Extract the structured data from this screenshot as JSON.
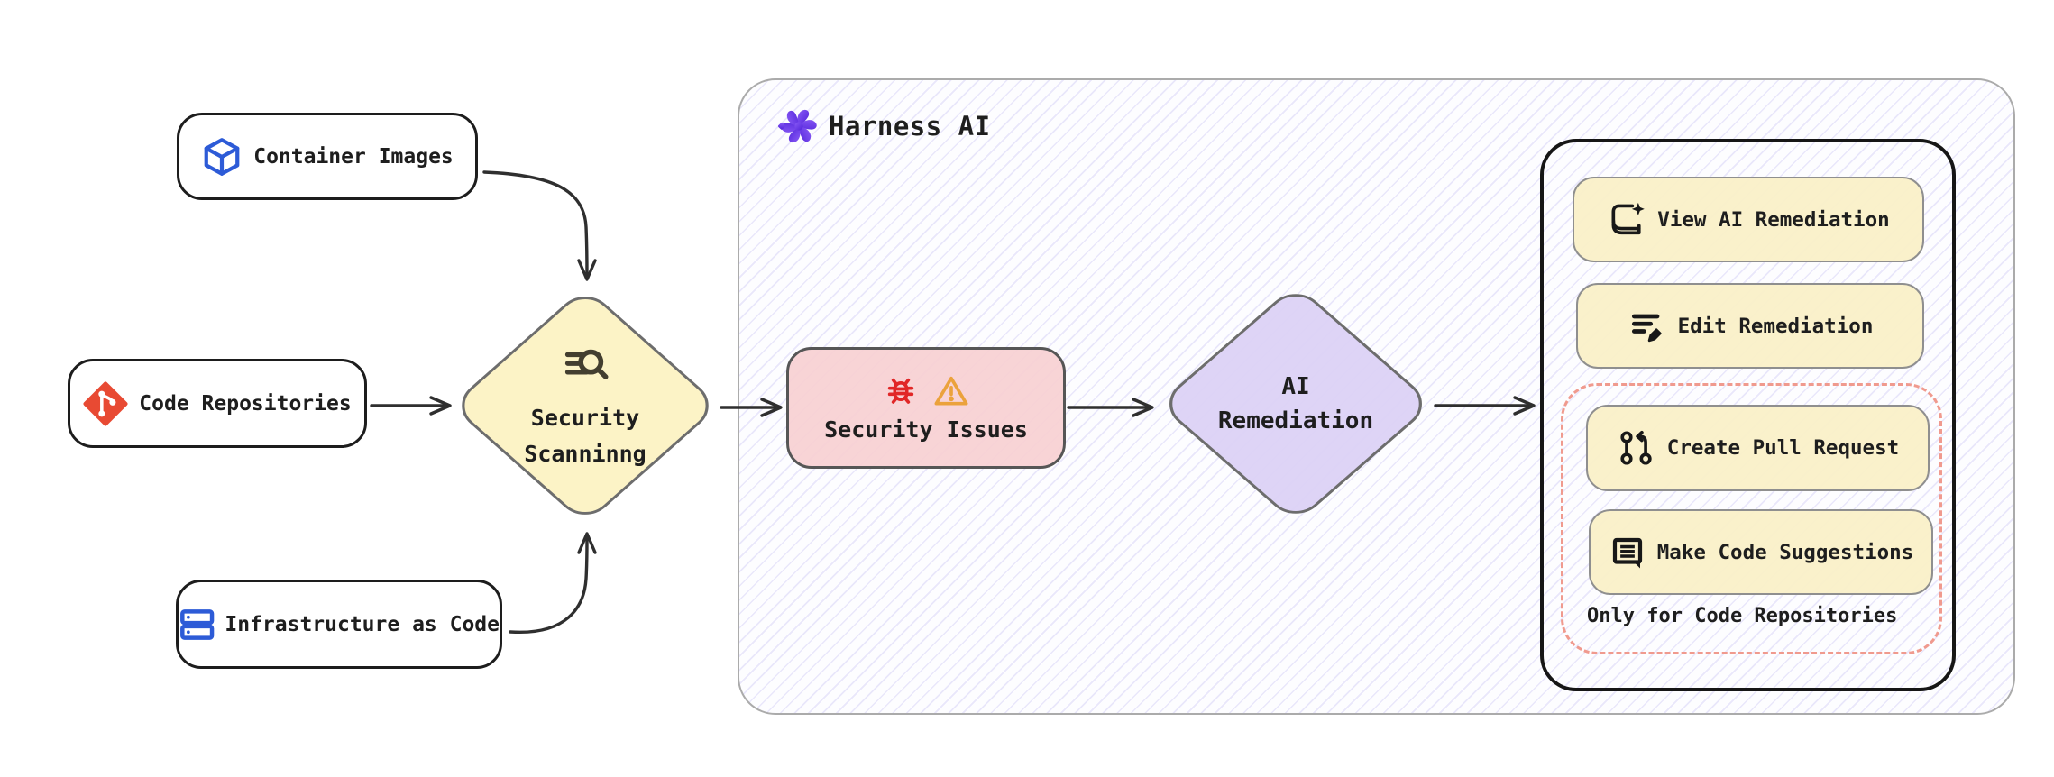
{
  "harness": {
    "title": "Harness AI",
    "icon": "harness-logo-icon"
  },
  "sources": [
    {
      "id": "container-images",
      "label": "Container Images",
      "icon": "cube-icon"
    },
    {
      "id": "code-repositories",
      "label": "Code Repositories",
      "icon": "git-icon"
    },
    {
      "id": "infrastructure-as-code",
      "label": "Infrastructure as Code",
      "icon": "server-stack-icon"
    }
  ],
  "scanning": {
    "label_line1": "Security",
    "label_line2": "Scanninng",
    "icon": "search-scan-icon"
  },
  "issues": {
    "label": "Security Issues",
    "icons": [
      "bug-icon",
      "warning-icon"
    ]
  },
  "remediation": {
    "label_line1": "AI",
    "label_line2": "Remediation"
  },
  "actions": [
    {
      "id": "view-ai-remediation",
      "label": "View AI Remediation",
      "icon": "book-sparkle-icon"
    },
    {
      "id": "edit-remediation",
      "label": "Edit Remediation",
      "icon": "edit-list-icon"
    },
    {
      "id": "create-pull-request",
      "label": "Create Pull Request",
      "icon": "pull-request-icon"
    },
    {
      "id": "make-code-suggestions",
      "label": "Make Code Suggestions",
      "icon": "comment-lines-icon"
    }
  ],
  "repo_only_note": "Only for Code Repositories",
  "colors": {
    "node_yellow": "#fcf3c6",
    "button_yellow": "#faf0c7",
    "issues_pink": "#f7d0d2",
    "remediation_purple": "#dbd1f5",
    "hatch_line": "#ddd7f6",
    "container_border": "#ababab",
    "inner_box_border": "#161616",
    "dashed_border": "#f09a8e",
    "arrow": "#2f2f2f",
    "git_orange": "#e84a33",
    "icon_blue": "#2d5bd7",
    "bug_red": "#e12727",
    "warning_orange": "#eba23c",
    "harness_purple_dark": "#4f21d9",
    "harness_purple_light": "#8b5cf6"
  }
}
